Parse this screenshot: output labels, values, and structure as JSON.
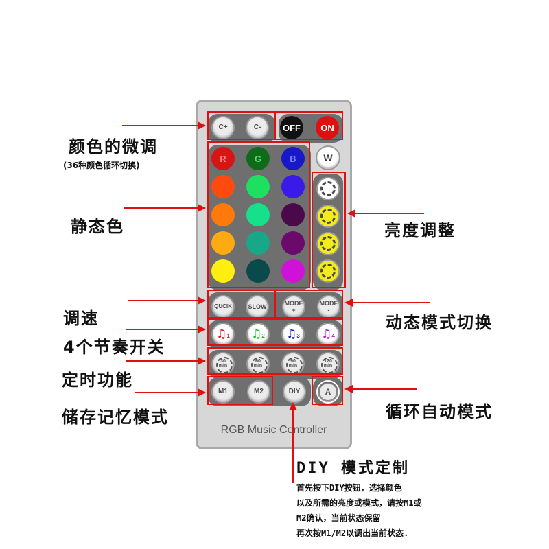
{
  "remote": {
    "title": "RGB Music Controller",
    "colors": {
      "body": "#d7d7d7",
      "panel": "#6f6f6f",
      "annotation": "#e01010"
    },
    "fine_tune": [
      {
        "label": "C+"
      },
      {
        "label": "C-"
      }
    ],
    "power": [
      {
        "label": "OFF",
        "color": "#111111"
      },
      {
        "label": "ON",
        "color": "#e01010"
      }
    ],
    "color_grid": [
      [
        {
          "label": "R",
          "color": "#d81515"
        },
        {
          "label": "G",
          "color": "#0f6b1a"
        },
        {
          "label": "B",
          "color": "#1818c8"
        }
      ],
      [
        {
          "label": "",
          "color": "#ff4a10"
        },
        {
          "label": "",
          "color": "#1ee060"
        },
        {
          "label": "",
          "color": "#3a1ae8"
        }
      ],
      [
        {
          "label": "",
          "color": "#ff7a0a"
        },
        {
          "label": "",
          "color": "#16e08a"
        },
        {
          "label": "",
          "color": "#4a0a4a"
        }
      ],
      [
        {
          "label": "",
          "color": "#ffaa10"
        },
        {
          "label": "",
          "color": "#16a888"
        },
        {
          "label": "",
          "color": "#6a0a6a"
        }
      ],
      [
        {
          "label": "",
          "color": "#ffee10"
        },
        {
          "label": "",
          "color": "#0a4a4a"
        },
        {
          "label": "",
          "color": "#d012d8"
        }
      ]
    ],
    "white": {
      "label": "W"
    },
    "brightness_count": 4,
    "speed": [
      {
        "label": "QUCIK"
      },
      {
        "label": "SLOW"
      }
    ],
    "mode": [
      {
        "label": "MODE",
        "sign": "+"
      },
      {
        "label": "MODE",
        "sign": "-"
      }
    ],
    "rhythm": [
      {
        "label": "1",
        "color": "#d81515"
      },
      {
        "label": "2",
        "color": "#16c020"
      },
      {
        "label": "3",
        "color": "#1818c8"
      },
      {
        "label": "4",
        "color": "#c012c8"
      }
    ],
    "timer": [
      {
        "value": "30",
        "unit": "min"
      },
      {
        "value": "60",
        "unit": "min"
      },
      {
        "value": "90",
        "unit": "min"
      },
      {
        "value": "120",
        "unit": "min"
      }
    ],
    "memory": [
      {
        "label": "M1"
      },
      {
        "label": "M2"
      }
    ],
    "diy": {
      "label": "DIY"
    },
    "auto": {
      "label": "A"
    }
  },
  "annotations": {
    "fine_tune": "颜色的微调",
    "fine_tune_sub": "(36种颜色循环切换)",
    "static_color": "静态色",
    "brightness": "亮度调整",
    "speed": "调速",
    "mode_switch": "动态模式切换",
    "rhythm": "4个节奏开关",
    "timer": "定时功能",
    "memory": "储存记忆模式",
    "auto_cycle": "循环自动模式",
    "diy_title": "DIY 模式定制",
    "diy_lines": [
      "首先按下DIY按钮，选择颜色",
      "以及所需的亮度或模式，请按M1或",
      "M2确认，当前状态保留",
      "再次按M1/M2以调出当前状态."
    ]
  }
}
